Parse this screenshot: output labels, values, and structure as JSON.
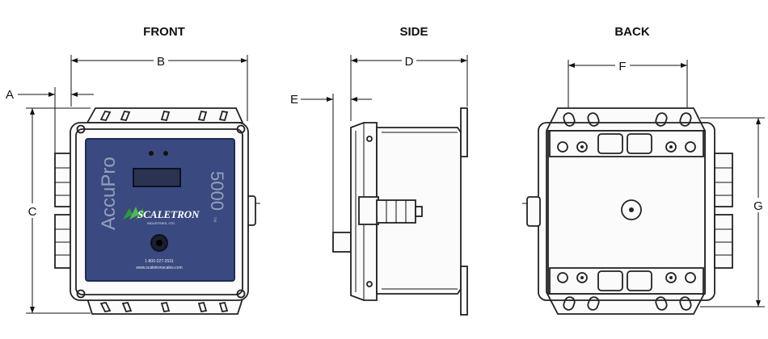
{
  "views": {
    "front": "FRONT",
    "side": "SIDE",
    "back": "BACK"
  },
  "dimensions": {
    "a": "A",
    "b": "B",
    "c": "C",
    "d": "D",
    "e": "E",
    "f": "F",
    "g": "G"
  },
  "panel": {
    "brand": "AccuPro",
    "model": "5000",
    "model_mark": "™",
    "logo": "SCALETRON",
    "logo_sub": "INDUSTRIES, LTD.",
    "phone": "1-800-227-2531",
    "website": "www.scaletronscales.com"
  },
  "colors": {
    "panel": "#3a4a80",
    "panel_border": "#1f2a55",
    "lcd": "#2a3350",
    "logo_green": "#2f9a3c",
    "background": "#ffffff"
  }
}
